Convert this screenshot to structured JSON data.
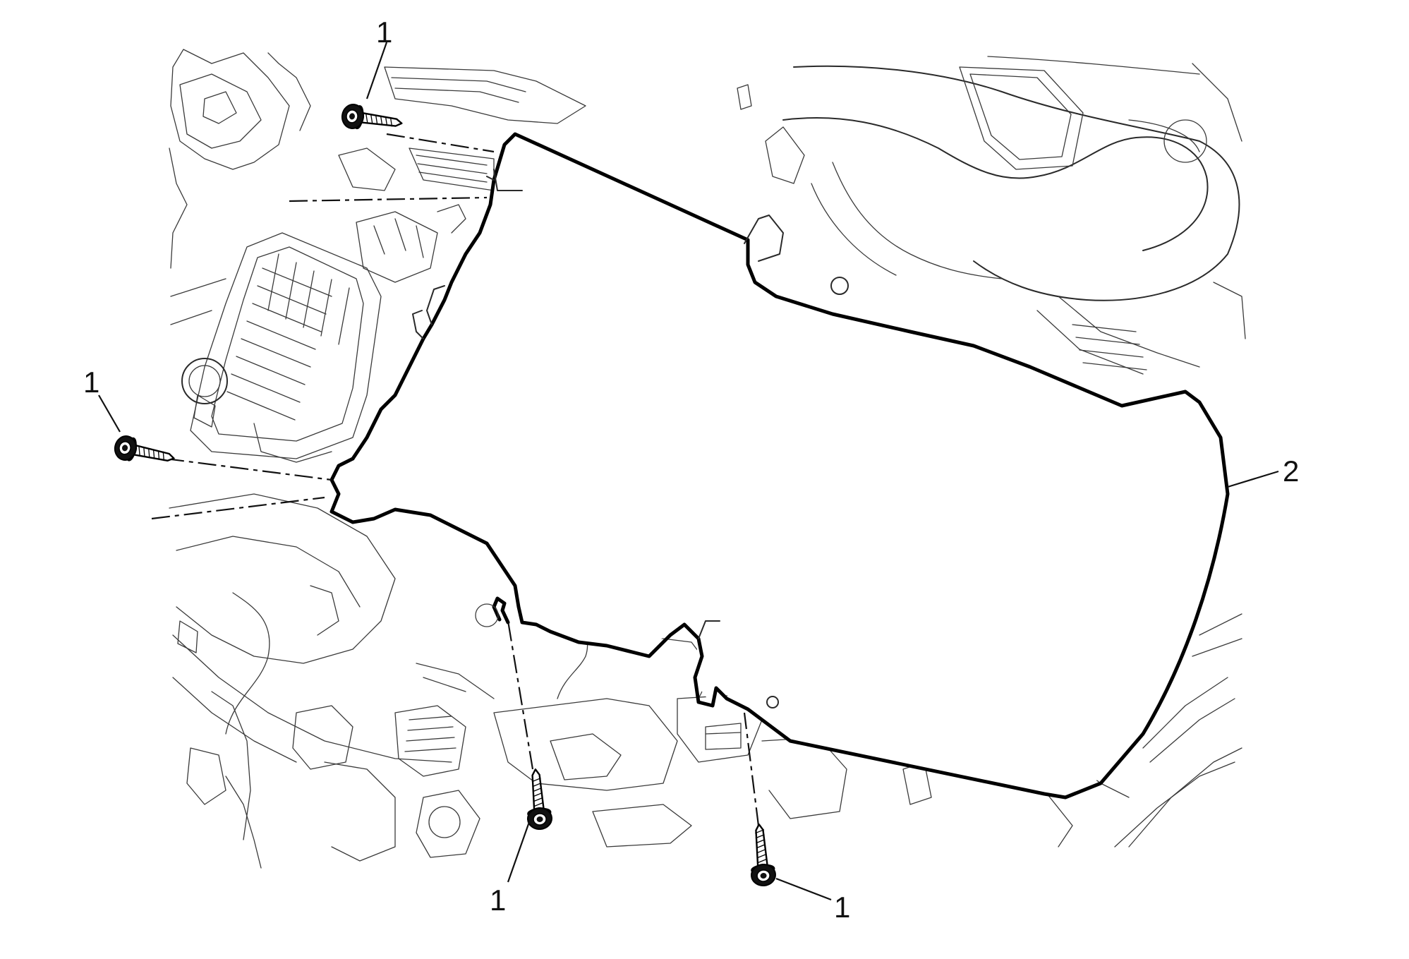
{
  "diagram": {
    "callouts": {
      "bolt_top": "1",
      "bolt_left": "1",
      "bolt_bottom_left": "1",
      "bolt_bottom_right": "1",
      "panel": "2"
    },
    "colors": {
      "line": "#000000",
      "background": "#ffffff"
    }
  }
}
